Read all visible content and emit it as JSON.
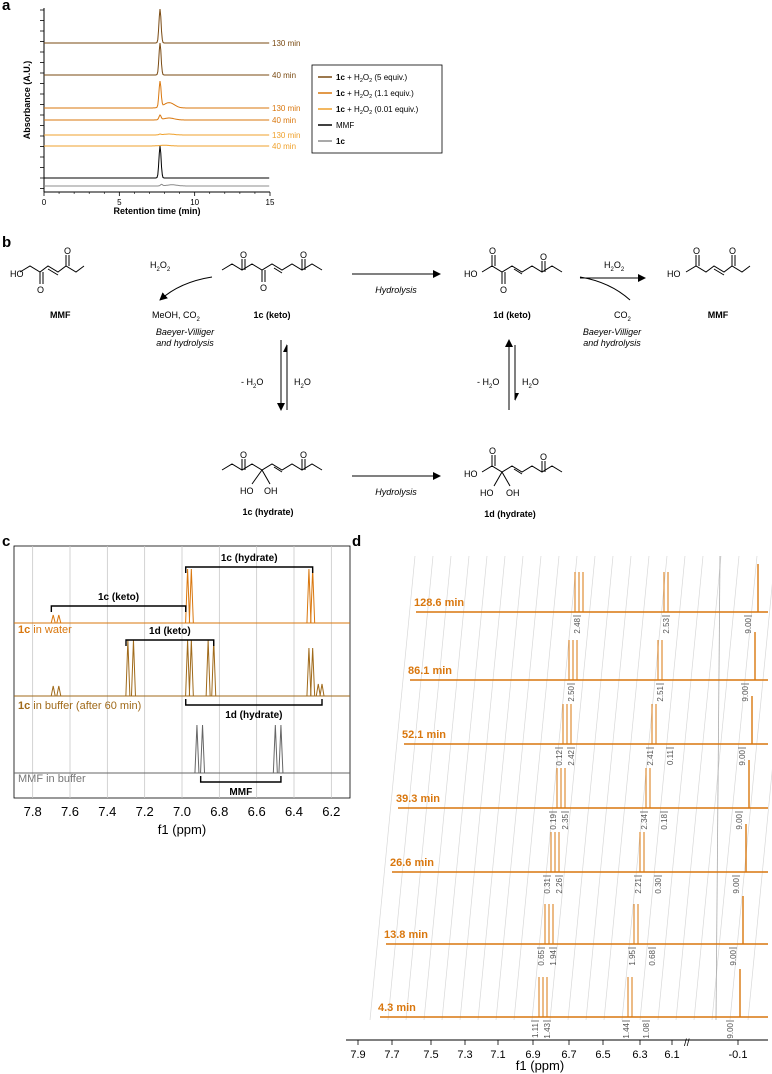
{
  "panels": {
    "a": "a",
    "b": "b",
    "c": "c",
    "d": "d"
  },
  "colors": {
    "dark": "#7a4a12",
    "mid": "#d9770e",
    "light": "#efa12c",
    "black": "#000000",
    "gray": "#8c8c8c",
    "grid": "#c8c8c8"
  },
  "chart_data": [
    {
      "type": "line",
      "panel": "a",
      "xlabel": "Retention time (min)",
      "ylabel": "Absorbance (A.U.)",
      "xlim": [
        0,
        15
      ],
      "xticks": [
        "0",
        "5",
        "10",
        "15"
      ],
      "trace_labels": [
        "130 min",
        "40 min",
        "130 min",
        "40 min",
        "130 min",
        "40 min"
      ],
      "legend": [
        {
          "id": "1c",
          "text": " + H",
          "sub": "2",
          "text2": "O",
          "sub2": "2",
          "text3": " (5 equiv.)",
          "color": "#7a4a12"
        },
        {
          "id": "1c",
          "text": " + H",
          "sub": "2",
          "text2": "O",
          "sub2": "2",
          "text3": " (1.1 equiv.)",
          "color": "#d9770e"
        },
        {
          "id": "1c",
          "text": " + H",
          "sub": "2",
          "text2": "O",
          "sub2": "2",
          "text3": " (0.01 equiv.)",
          "color": "#efa12c"
        },
        {
          "id": "MMF",
          "text": "",
          "sub": "",
          "text2": "",
          "sub2": "",
          "text3": "",
          "color": "#000000"
        },
        {
          "id": "1c",
          "text": "",
          "sub": "",
          "text2": "",
          "sub2": "",
          "text3": "",
          "color": "#8c8c8c"
        }
      ],
      "series": [
        {
          "name": "1c + H2O2 (5 equiv.) 130 min",
          "peaks": [
            [
              7.7,
              1.0
            ]
          ]
        },
        {
          "name": "1c + H2O2 (5 equiv.) 40 min",
          "peaks": [
            [
              7.7,
              1.0
            ]
          ]
        },
        {
          "name": "1c + H2O2 (1.1 equiv.) 130 min",
          "peaks": [
            [
              7.7,
              0.95
            ],
            [
              8.3,
              0.2
            ]
          ]
        },
        {
          "name": "1c + H2O2 (1.1 equiv.) 40 min",
          "peaks": [
            [
              7.7,
              0.45
            ],
            [
              8.3,
              0.2
            ]
          ]
        },
        {
          "name": "1c + H2O2 (0.01 equiv.) 130 min",
          "peaks": [
            [
              7.7,
              0.1
            ],
            [
              8.3,
              0.12
            ]
          ]
        },
        {
          "name": "1c + H2O2 (0.01 equiv.) 40 min",
          "peaks": [
            [
              8.0,
              0.12
            ]
          ]
        },
        {
          "name": "MMF",
          "peaks": [
            [
              7.7,
              1.0
            ]
          ]
        },
        {
          "name": "1c",
          "peaks": [
            [
              7.8,
              0.25
            ],
            [
              8.5,
              0.2
            ]
          ]
        }
      ]
    },
    {
      "type": "line",
      "panel": "c",
      "xlabel": "f1 (ppm)",
      "xlim": [
        7.9,
        6.1
      ],
      "xticks": [
        "7.8",
        "7.6",
        "7.4",
        "7.2",
        "7.0",
        "6.8",
        "6.6",
        "6.4",
        "6.2"
      ],
      "series": [
        {
          "name": "1c in water",
          "peaks": [
            7.69,
            7.66,
            6.97,
            6.95,
            6.32,
            6.3
          ]
        },
        {
          "name": "1c in buffer (after 60 min)",
          "peaks": [
            7.69,
            7.66,
            7.29,
            7.26,
            6.97,
            6.95,
            6.86,
            6.83,
            6.32,
            6.3,
            6.27,
            6.25
          ]
        },
        {
          "name": "MMF in buffer",
          "peaks": [
            6.92,
            6.89,
            6.5,
            6.47
          ]
        }
      ],
      "trace_labels": [
        {
          "bold": "1c",
          "rest": " in water"
        },
        {
          "bold": "1c",
          "rest": " in buffer (after 60 min)"
        },
        {
          "bold": "",
          "rest": "MMF in buffer"
        }
      ],
      "brackets": [
        "1c (hydrate)",
        "1c (keto)",
        "1d (keto)",
        "1d (hydrate)",
        "MMF"
      ]
    },
    {
      "type": "line",
      "panel": "d",
      "xlabel": "f1 (ppm)",
      "xticks": [
        "7.9",
        "7.7",
        "7.5",
        "7.3",
        "7.1",
        "6.9",
        "6.7",
        "6.5",
        "6.3",
        "6.1",
        "-0.1"
      ],
      "series": [
        {
          "name": "128.6 min",
          "integrals": [
            "2.48",
            "2.53",
            "9.00"
          ]
        },
        {
          "name": "86.1 min",
          "integrals": [
            "2.50",
            "2.51",
            "9.00"
          ]
        },
        {
          "name": "52.1 min",
          "integrals": [
            "0.12",
            "2.42",
            "2.41",
            "0.11",
            "9.00"
          ]
        },
        {
          "name": "39.3 min",
          "integrals": [
            "0.19",
            "2.35",
            "2.34",
            "0.18",
            "9.00"
          ]
        },
        {
          "name": "26.6 min",
          "integrals": [
            "0.31",
            "2.26",
            "2.21",
            "0.30",
            "9.00"
          ]
        },
        {
          "name": "13.8 min",
          "integrals": [
            "0.65",
            "1.94",
            "1.95",
            "0.68",
            "9.00"
          ]
        },
        {
          "name": "4.3 min",
          "integrals": [
            "1.11",
            "1.43",
            "1.44",
            "1.08",
            "9.00"
          ]
        }
      ]
    }
  ],
  "scheme": {
    "h2o2_left": "H",
    "h2o2_left_sub": "2",
    "h2o2_left_o": "O",
    "h2o2_left_sub2": "2",
    "meoh": "MeOH, CO",
    "meoh_sub": "2",
    "bv1": "Baeyer-Villiger",
    "bv2": "and hydrolysis",
    "hydrolysis": "Hydrolysis",
    "co2": "CO",
    "co2_sub": "2",
    "minus_h2o": "- H",
    "minus_h2o_sub": "2",
    "minus_h2o_o": "O",
    "h2o": "H",
    "h2o_sub": "2",
    "h2o_o": "O",
    "mmf": "MMF",
    "c1_keto": "1c (keto)",
    "d1_keto": "1d (keto)",
    "c1_hydrate": "1c (hydrate)",
    "d1_hydrate": "1d (hydrate)",
    "ho": "HO",
    "oh": "OH",
    "o": "O"
  }
}
